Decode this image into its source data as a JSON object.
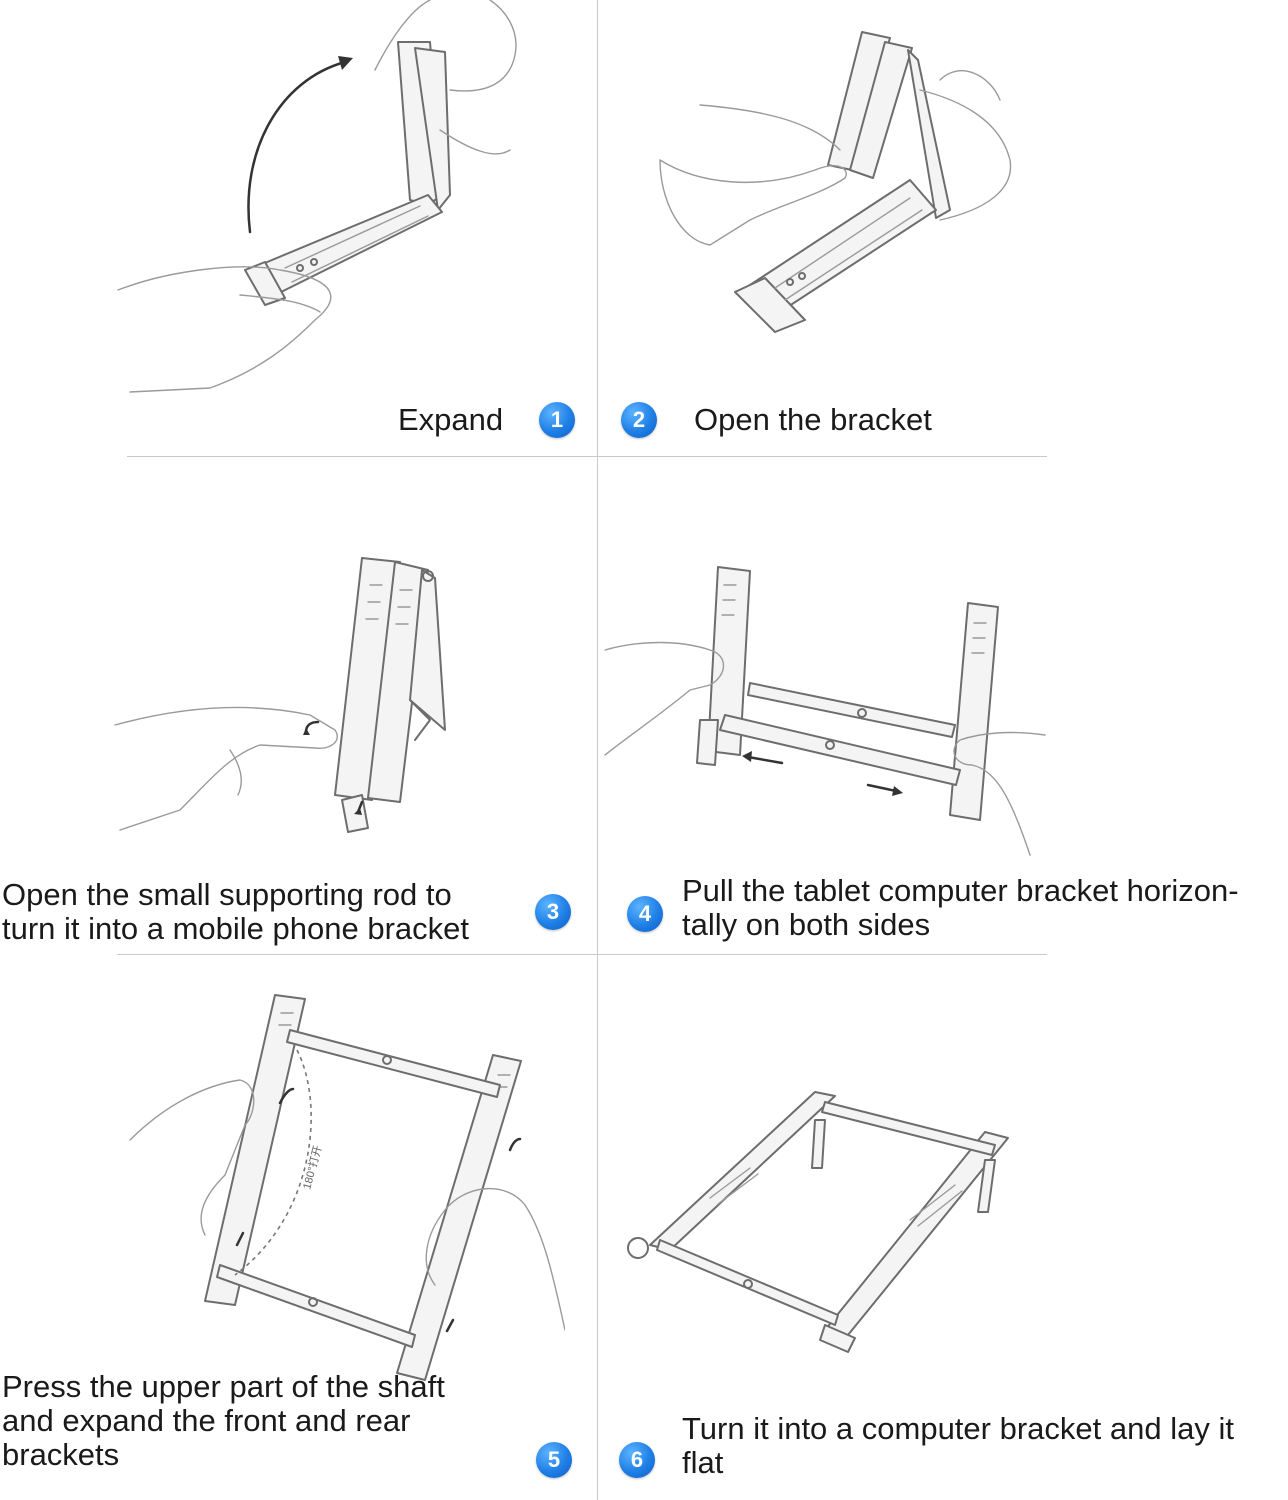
{
  "steps": [
    {
      "number": "1",
      "caption": "Expand",
      "icon": "hand-unfolding-stand-illustration"
    },
    {
      "number": "2",
      "caption": "Open the bracket",
      "icon": "hand-opening-bracket-illustration"
    },
    {
      "number": "3",
      "caption": "Open the small supporting rod to\nturn it into a mobile phone bracket",
      "icon": "phone-bracket-illustration"
    },
    {
      "number": "4",
      "caption": "Pull the tablet computer bracket horizon-\ntally on both sides",
      "icon": "tablet-bracket-illustration"
    },
    {
      "number": "5",
      "caption": "Press the upper part of the shaft\nand expand the front and rear\nbrackets",
      "icon": "expand-brackets-illustration",
      "angle_label": "180°打开"
    },
    {
      "number": "6",
      "caption": "Turn it into a computer bracket and lay it\nflat",
      "icon": "laptop-bracket-illustration"
    }
  ],
  "colors": {
    "badge": "#1f7fe6",
    "divider": "#c9c9c9",
    "text": "#1a1a1a"
  }
}
